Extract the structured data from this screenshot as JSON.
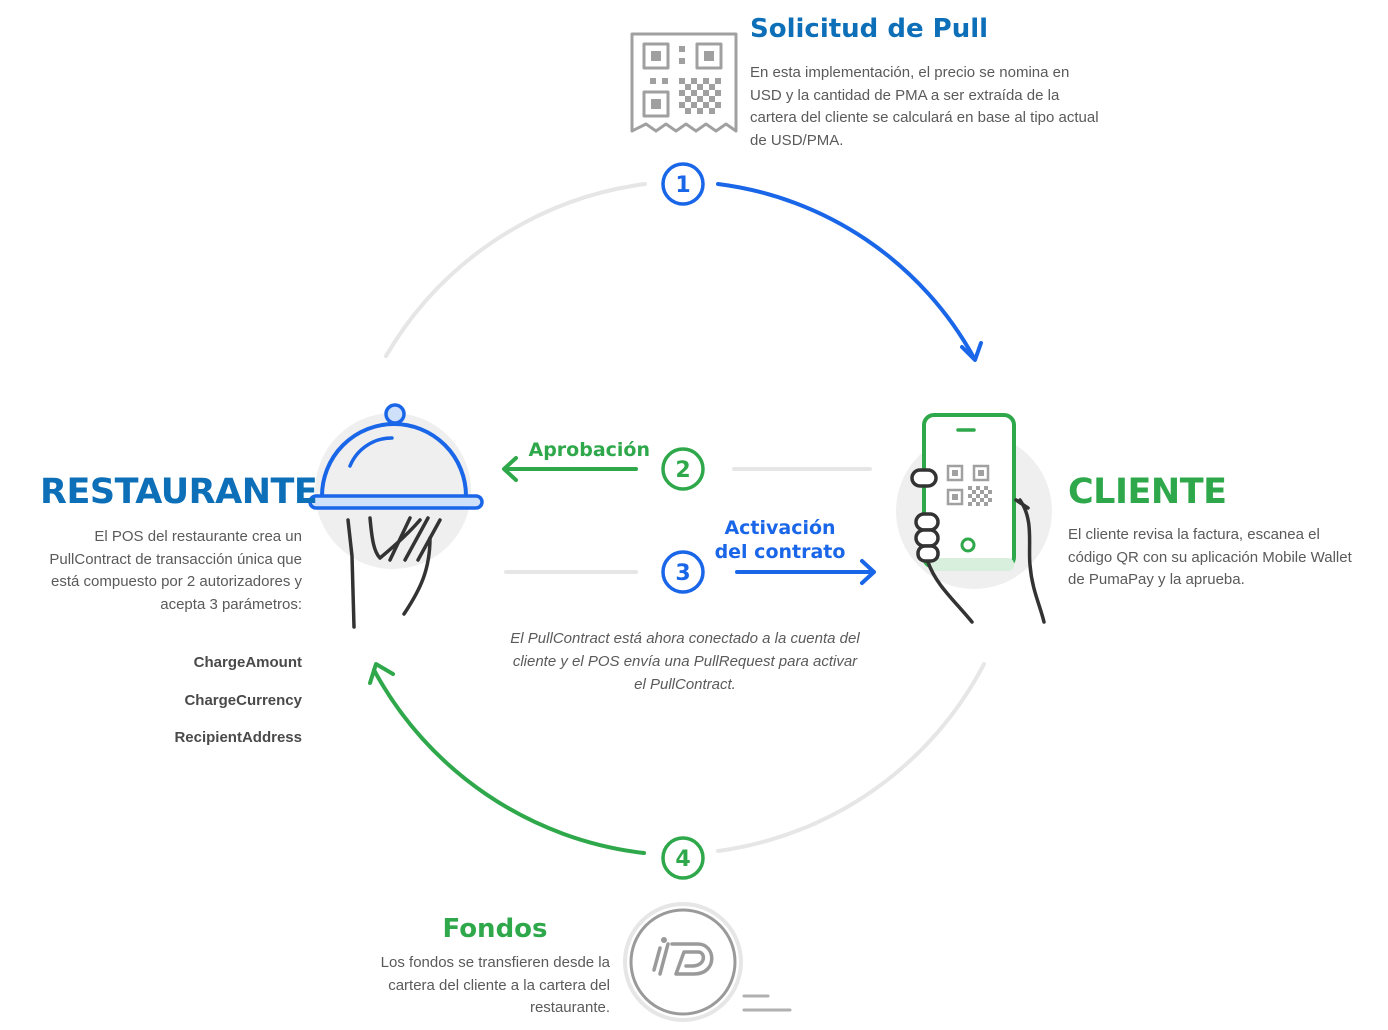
{
  "pull_request": {
    "title": "Solicitud de Pull",
    "description": "En esta implementación, el precio se nomina en USD y la cantidad de PMA a ser extraída de la cartera del cliente se calculará en base al tipo actual de USD/PMA."
  },
  "restaurant": {
    "title": "RESTAURANTE",
    "description": "El POS del restaurante crea un PullContract de transacción única que está compuesto por 2 autorizadores y acepta 3 parámetros:",
    "parameters": [
      "ChargeAmount",
      "ChargeCurrency",
      "RecipientAddress"
    ]
  },
  "client": {
    "title": "CLIENTE",
    "description": "El cliente revisa la factura, escanea el código QR con su aplicación Mobile Wallet de PumaPay y la aprueba."
  },
  "steps": [
    {
      "number": "1"
    },
    {
      "number": "2",
      "label": "Aprobación"
    },
    {
      "number": "3",
      "label_line1": "Activación",
      "label_line2": "del contrato"
    },
    {
      "number": "4"
    }
  ],
  "contract_note": "El PullContract está ahora conectado a la cuenta del cliente y el POS envía una PullRequest para activar el PullContract.",
  "funds": {
    "title": "Fondos",
    "description": "Los fondos se transfieren desde la cartera del cliente a la cartera del restaurante."
  },
  "colors": {
    "blue": "#1a66e8",
    "green": "#2ea84a",
    "title_blue": "#0d6fb8",
    "gray_line": "#e6e6e6",
    "icon_gray": "#a0a0a0"
  },
  "icons": [
    "qr-receipt-icon",
    "serving-cloche-icon",
    "phone-qr-icon",
    "pumapay-coin-icon"
  ]
}
